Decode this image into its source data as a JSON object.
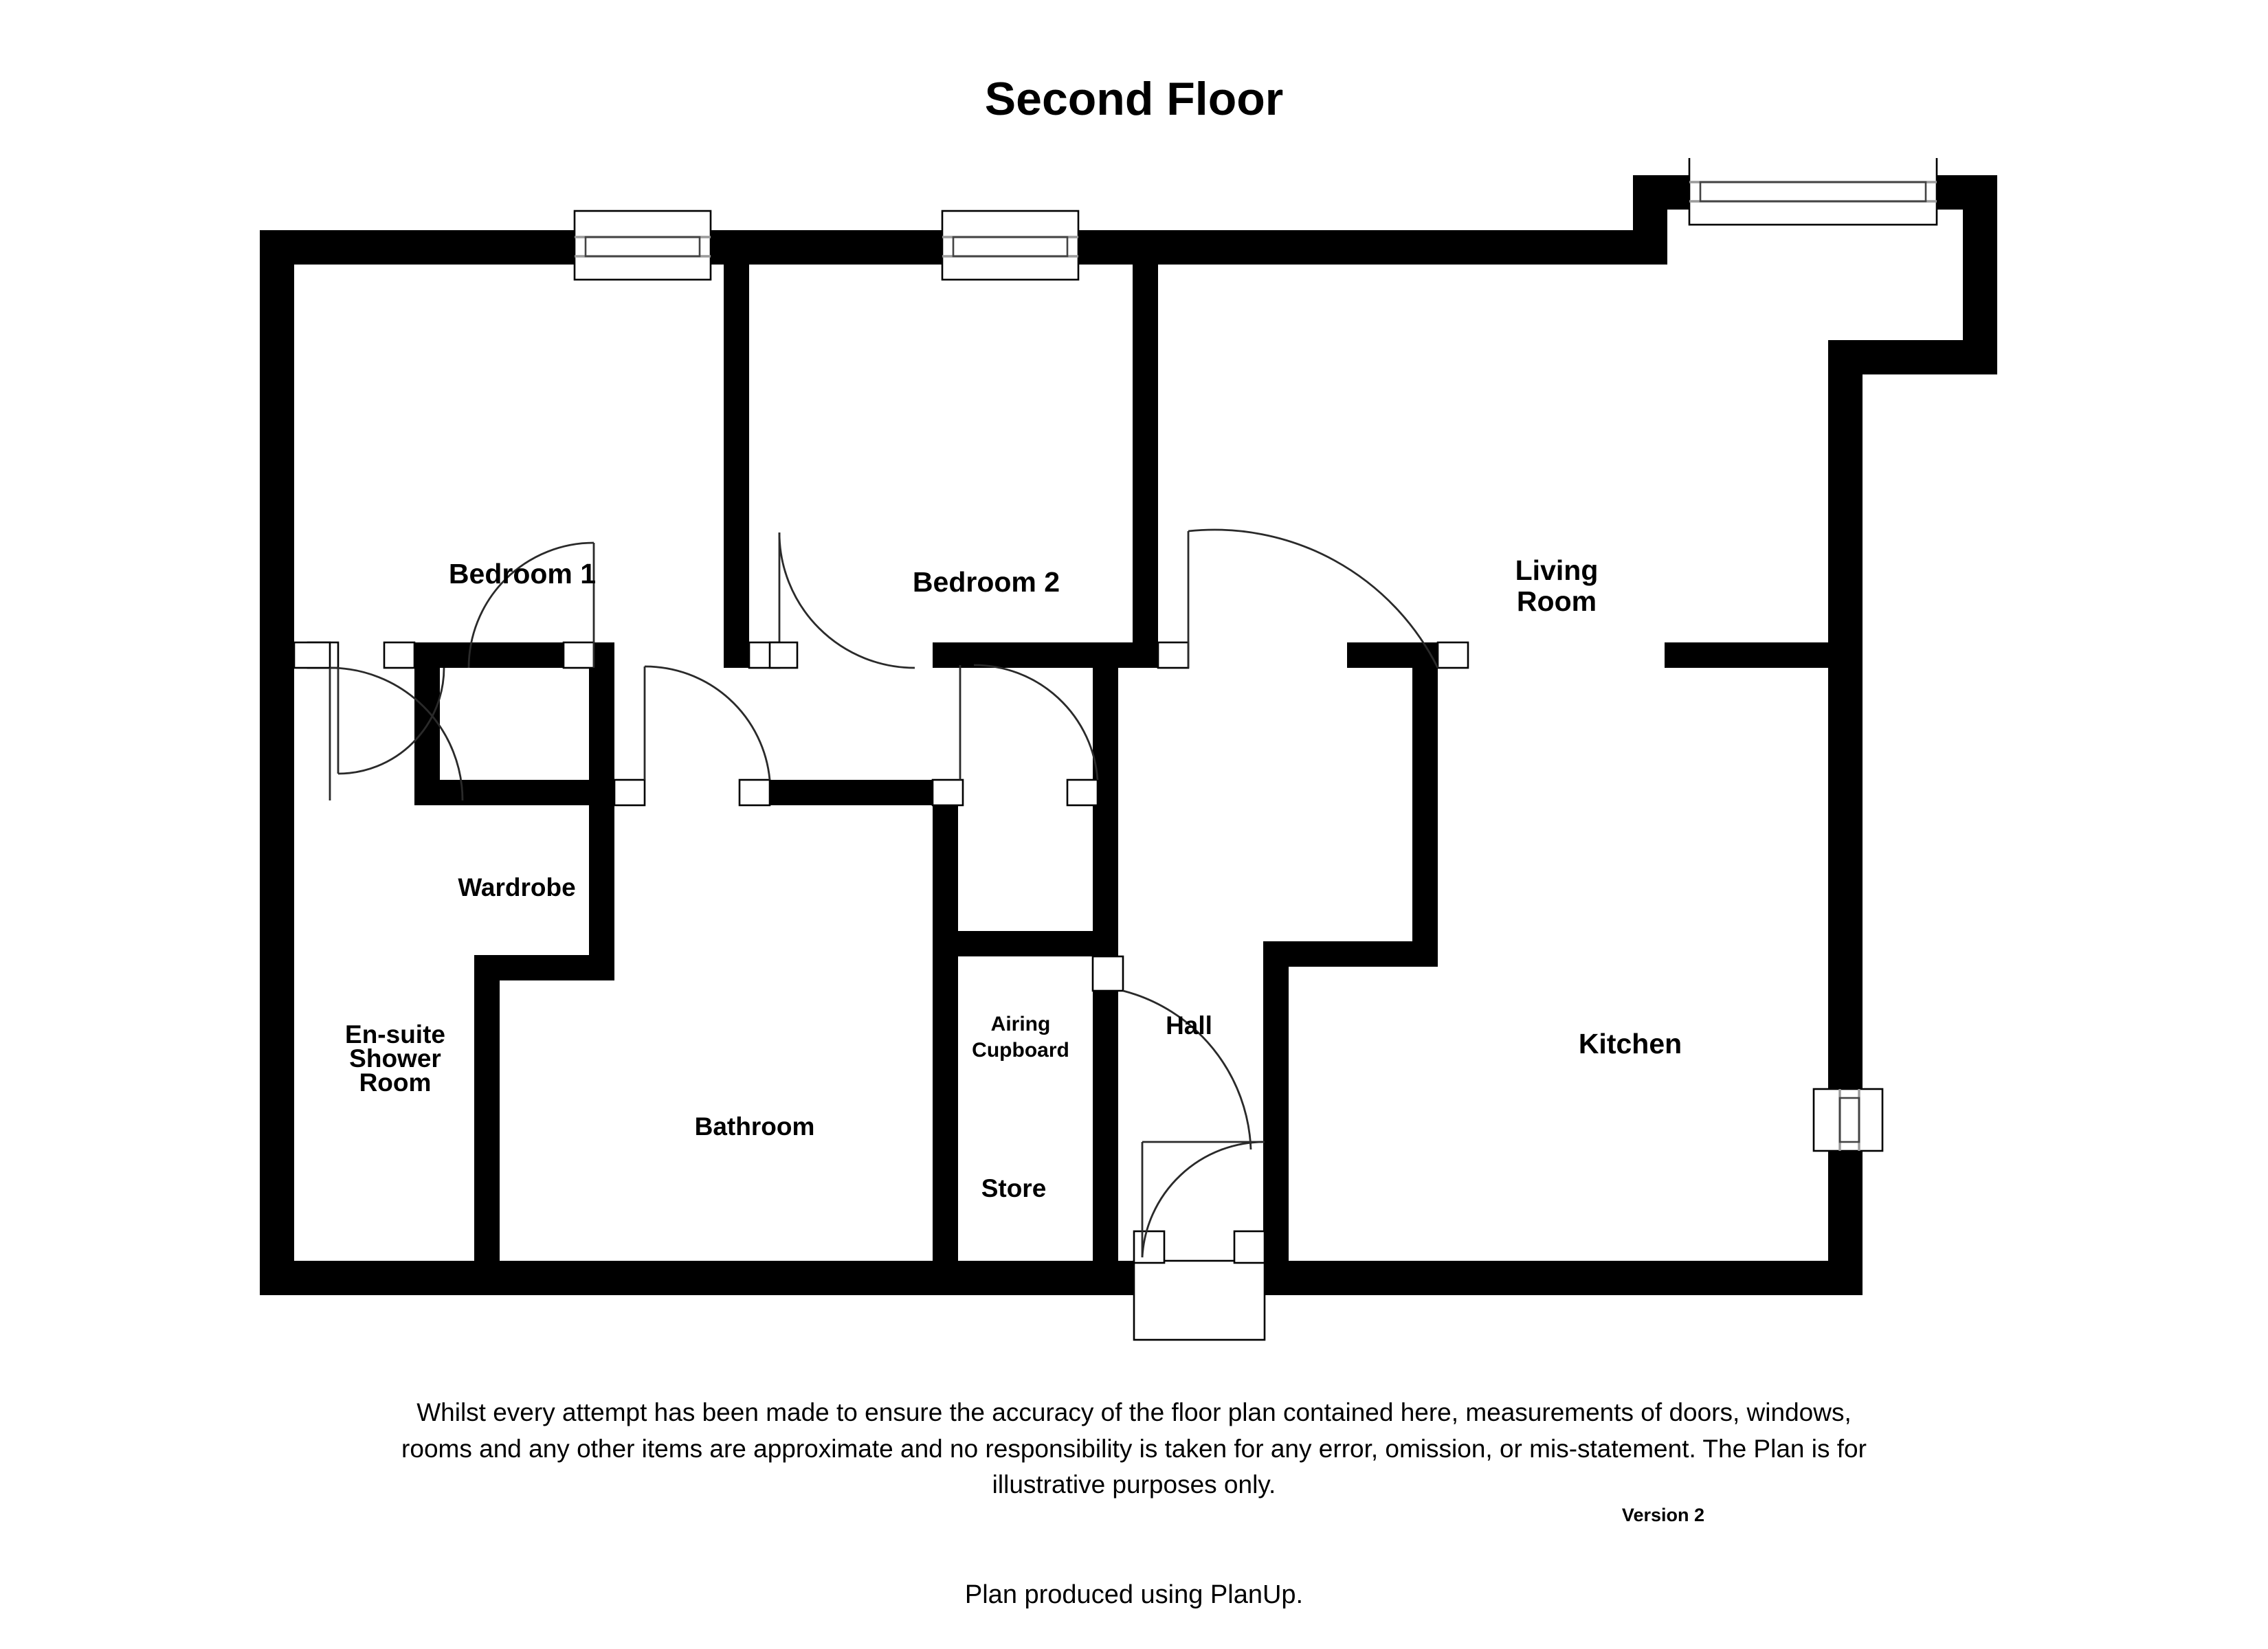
{
  "page": {
    "title": "Second Floor",
    "background_color": "#ffffff",
    "wall_color": "#000000"
  },
  "rooms": [
    {
      "key": "bedroom_1",
      "label": "Bedroom 1",
      "size": "lg"
    },
    {
      "key": "bedroom_2",
      "label": "Bedroom 2",
      "size": "lg"
    },
    {
      "key": "living_room",
      "label": "Living\nRoom",
      "line1": "Living",
      "line2": "Room",
      "size": "lg"
    },
    {
      "key": "wardrobe",
      "label": "Wardrobe",
      "size": "md"
    },
    {
      "key": "ensuite",
      "label": "En-suite Shower Room",
      "line1": "En-suite",
      "line2": "Shower",
      "line3": "Room",
      "size": "md"
    },
    {
      "key": "bathroom",
      "label": "Bathroom",
      "size": "md"
    },
    {
      "key": "airing",
      "label": "Airing Cupboard",
      "line1": "Airing",
      "line2": "Cupboard",
      "size": "sm"
    },
    {
      "key": "store",
      "label": "Store",
      "size": "md"
    },
    {
      "key": "hall",
      "label": "Hall",
      "size": "md"
    },
    {
      "key": "kitchen",
      "label": "Kitchen",
      "size": "lg"
    }
  ],
  "disclaimer": {
    "text": "Whilst every attempt has been made to ensure the accuracy of the floor plan contained here, measurements of doors, windows, rooms and any other items are approximate and no responsibility is taken for any error, omission, or mis-statement. The Plan is for illustrative purposes only.",
    "version": "Version 2"
  },
  "footer": {
    "text": "Plan produced using PlanUp."
  },
  "features": {
    "windows": 4,
    "doors": 8,
    "entrance_door": 1
  }
}
